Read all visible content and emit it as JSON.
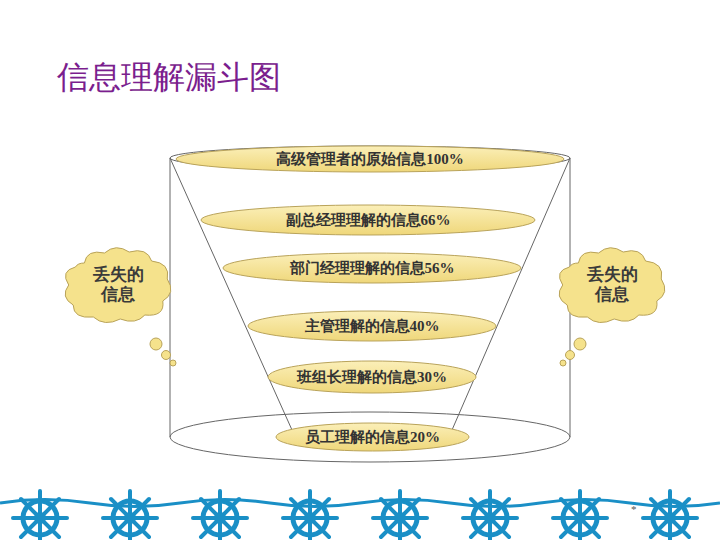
{
  "diagram": {
    "title": "信息理解漏斗图",
    "nodes": [
      {
        "text": [
          "高级管理者的原始信息100%"
        ]
      },
      {
        "text": [
          "副总经理理解的信息66%"
        ]
      },
      {
        "text": [
          "部门经理理解的信息56%"
        ]
      },
      {
        "text": [
          "主管理解的信息40%"
        ]
      },
      {
        "text": [
          "班组长理解的信息30%"
        ]
      },
      {
        "text": [
          "员工理解的信息20%"
        ]
      },
      {
        "text": [
          "丢失的 信息"
        ]
      },
      {
        "text": [
          "丢失的 信息"
        ]
      }
    ],
    "labels": [
      "*"
    ]
  }
}
